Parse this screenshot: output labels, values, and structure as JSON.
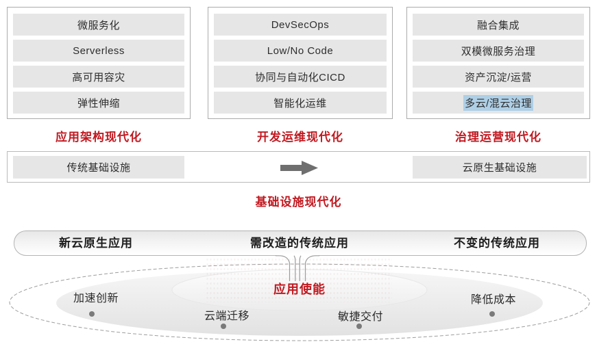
{
  "columns": [
    {
      "label": "应用架构现代化",
      "items": [
        "微服务化",
        "Serverless",
        "高可用容灾",
        "弹性伸缩"
      ]
    },
    {
      "label": "开发运维现代化",
      "items": [
        "DevSecOps",
        "Low/No Code",
        "协同与自动化CICD",
        "智能化运维"
      ]
    },
    {
      "label": "治理运营现代化",
      "items": [
        "融合集成",
        "双模微服务治理",
        "资产沉淀/运营",
        "多云/混云治理"
      ],
      "highlighted_item": "多云/混云治理"
    }
  ],
  "infrastructure": {
    "left_bar": "传统基础设施",
    "right_bar": "云原生基础设施",
    "arrow_icon": "right-arrow",
    "label": "基础设施现代化"
  },
  "apps_bar": {
    "items": [
      "新云原生应用",
      "需改造的传统应用",
      "不变的传统应用"
    ]
  },
  "platform": {
    "center_label": "应用使能",
    "points": [
      "加速创新",
      "云端迁移",
      "敏捷交付",
      "降低成本"
    ]
  },
  "colors": {
    "accent_red": "#c11920",
    "bar_gray": "#e6e6e6",
    "highlight_blue": "#aecfe6",
    "arrow_gray": "#6f6f6f",
    "dot_gray": "#7a7a7a"
  }
}
